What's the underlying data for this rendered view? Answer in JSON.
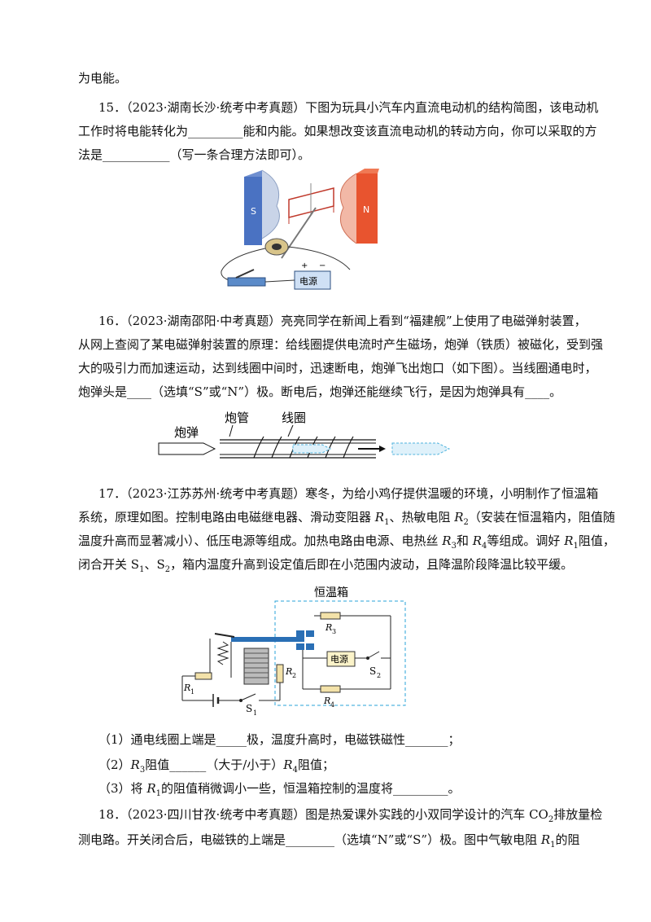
{
  "q14_tail": "为电能。",
  "q15": {
    "line1": "15．（2023·湖南长沙·统考中考真题）下图为玩具小汽车内直流电动机的结构简图，该电动机",
    "line2": "工作时将电能转化为_________能和内能。如果想改变该直流电动机的转动方向，你可以采取的方",
    "line3": "法是___________（写一条合理方法即可）。",
    "fig": {
      "magnet_s": "S",
      "magnet_n": "N",
      "battery": "电源",
      "plus": "+",
      "minus": "−"
    }
  },
  "q16": {
    "line1": "16．（2023·湖南邵阳·中考真题）亮亮同学在新闻上看到“福建舰”上使用了电磁弹射装置，",
    "line2": "从网上查阅了某电磁弹射装置的原理：给线圈提供电流时产生磁场，炮弹（铁质）被磁化，受到强",
    "line3": "大的吸引力而加速运动，达到线圈中间时，迅速断电，炮弹飞出炮口（如下图）。当线圈通电时，",
    "line4": "炮弹头是____（选填“S”或“N”）极。断电后，炮弹还能继续飞行，是因为炮弹具有____。",
    "fig": {
      "shell": "炮弹",
      "barrel": "炮管",
      "coil": "线圈"
    }
  },
  "q17": {
    "line1": "17．（2023·江苏苏州·统考中考真题）寒冬，为给小鸡仔提供温暖的环境，小明制作了恒温箱",
    "line2a": "系统，原理如图。控制电路由电磁继电器、滑动变阻器 ",
    "line2b": "、热敏电阻 ",
    "line2c": "（安装在恒温箱内，阻值随",
    "line3a": "温度升高而显著减小）、低压电源等组成。加热电路由电源、电热丝 ",
    "line3b": "和 ",
    "line3c": "等组成。调好 ",
    "line3d": "阻值，",
    "line4a": "闭合开关 ",
    "line4b": "，箱内温度升高到设定值后即在小范围内波动，且降温阶段降温比较平缓。",
    "R": "R",
    "S": "S",
    "sub1": "1",
    "sub2": "2",
    "sub3": "3",
    "sub4": "4",
    "sep": "、",
    "fig": {
      "box": "恒温箱",
      "power": "电源"
    },
    "p1a": "（1）通电线圈上端是_____极，温度升高时，电磁铁磁性_______；",
    "p2a": "（2）",
    "p2b": "阻值______（大于/小于）",
    "p2c": "阻值；",
    "p3a": "（3）将 ",
    "p3b": "的阻值稍微调小一些，恒温箱控制的温度将_________。"
  },
  "q18": {
    "line1a": "18．（2023·四川甘孜·统考中考真题）图是热爱课外实践的小双同学设计的汽车 CO",
    "line1b": "排放量检",
    "line2a": "测电路。开关闭合后，电磁铁的上端是________（选填“N”或“S”）极。图中气敏电阻 ",
    "line2b": "的阻"
  }
}
